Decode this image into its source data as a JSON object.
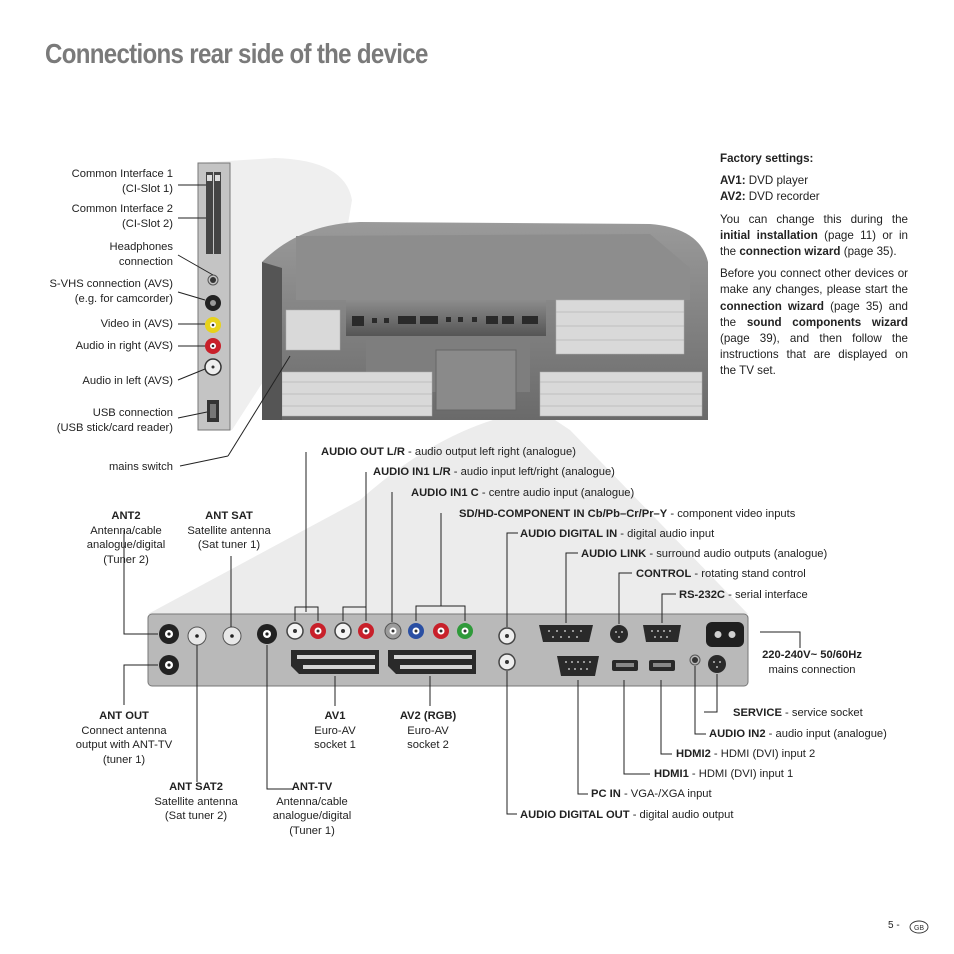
{
  "page": {
    "title": "Connections rear side of the device",
    "page_number": "5 -",
    "country_badge": "GB"
  },
  "side_panel": {
    "labels": [
      [
        "Common Interface 1",
        "(CI-Slot 1)"
      ],
      [
        "Common Interface 2",
        "(CI-Slot 2)"
      ],
      [
        "Headphones",
        "connection"
      ],
      [
        "S-VHS connection (AVS)",
        "(e.g. for camcorder)"
      ],
      [
        "Video in (AVS)"
      ],
      [
        "Audio in right (AVS)"
      ],
      [
        "Audio in left (AVS)"
      ],
      [
        "USB connection",
        "(USB stick/card reader)"
      ],
      [
        "mains switch"
      ]
    ]
  },
  "factory": {
    "heading": "Factory settings:",
    "av1_key": "AV1:",
    "av1_val": " DVD player",
    "av2_key": "AV2:",
    "av2_val": " DVD recorder",
    "p1_a": "You can change this during the ",
    "p1_b": "initial installation",
    "p1_c": " (page 11) or in the ",
    "p1_d": "connection wizard",
    "p1_e": " (page 35).",
    "p2_a": "Before you connect other devices or make any changes, please start the ",
    "p2_b": "connection wizard",
    "p2_c": " (page 35) and the ",
    "p2_d": "sound components wizard",
    "p2_e": " (page 39), and then follow the instructions that are displayed on the TV set."
  },
  "top_callouts": [
    {
      "key": "AUDIO OUT L/R",
      "desc": " - audio output left right (analogue)"
    },
    {
      "key": "AUDIO IN1 L/R",
      "desc": " - audio input left/right (analogue)"
    },
    {
      "key": "AUDIO IN1 C",
      "desc": " - centre audio input (analogue)"
    },
    {
      "key": "SD/HD-COMPONENT IN Cb/Pb–Cr/Pr–Y",
      "desc": " - component video inputs"
    },
    {
      "key": "AUDIO DIGITAL IN",
      "desc": " - digital audio input"
    },
    {
      "key": "AUDIO LINK",
      "desc": " - surround audio outputs (analogue)"
    },
    {
      "key": "CONTROL",
      "desc": " - rotating stand control"
    },
    {
      "key": "RS-232C",
      "desc": " - serial interface"
    }
  ],
  "left_top_labels": {
    "ant2": {
      "key": "ANT2",
      "lines": [
        "Antenna/cable",
        "analogue/digital",
        "(Tuner 2)"
      ]
    },
    "antsat": {
      "key": "ANT SAT",
      "lines": [
        "Satellite antenna",
        "(Sat tuner 1)"
      ]
    }
  },
  "power": {
    "key": "220-240V~ 50/60Hz",
    "desc": "mains connection"
  },
  "bottom_labels": {
    "antout": {
      "key": "ANT OUT",
      "lines": [
        "Connect antenna",
        "output with ANT-TV",
        "(tuner 1)"
      ]
    },
    "antsat2": {
      "key": "ANT SAT2",
      "lines": [
        "Satellite antenna",
        "(Sat tuner 2)"
      ]
    },
    "anttv": {
      "key": "ANT-TV",
      "lines": [
        "Antenna/cable",
        "analogue/digital",
        "(Tuner 1)"
      ]
    },
    "av1": {
      "key": "AV1",
      "lines": [
        "Euro-AV",
        "socket 1"
      ]
    },
    "av2": {
      "key": "AV2 (RGB)",
      "lines": [
        "Euro-AV",
        "socket 2"
      ]
    }
  },
  "right_callouts": [
    {
      "key": "SERVICE",
      "desc": " - service socket"
    },
    {
      "key": "AUDIO IN2",
      "desc": " - audio input (analogue)"
    },
    {
      "key": "HDMI2",
      "desc": " - HDMI (DVI) input 2"
    },
    {
      "key": "HDMI1",
      "desc": " - HDMI (DVI) input 1"
    },
    {
      "key": "PC IN",
      "desc": " - VGA-/XGA input"
    },
    {
      "key": "AUDIO DIGITAL OUT",
      "desc": " - digital audio output"
    }
  ],
  "colors": {
    "title": "#7a7a7a",
    "panel": "#b9b9b9",
    "rca_red": "#c8202a",
    "rca_blue": "#2a4fa3",
    "rca_green": "#2f9a3a",
    "rca_yellow": "#e7d21b"
  }
}
